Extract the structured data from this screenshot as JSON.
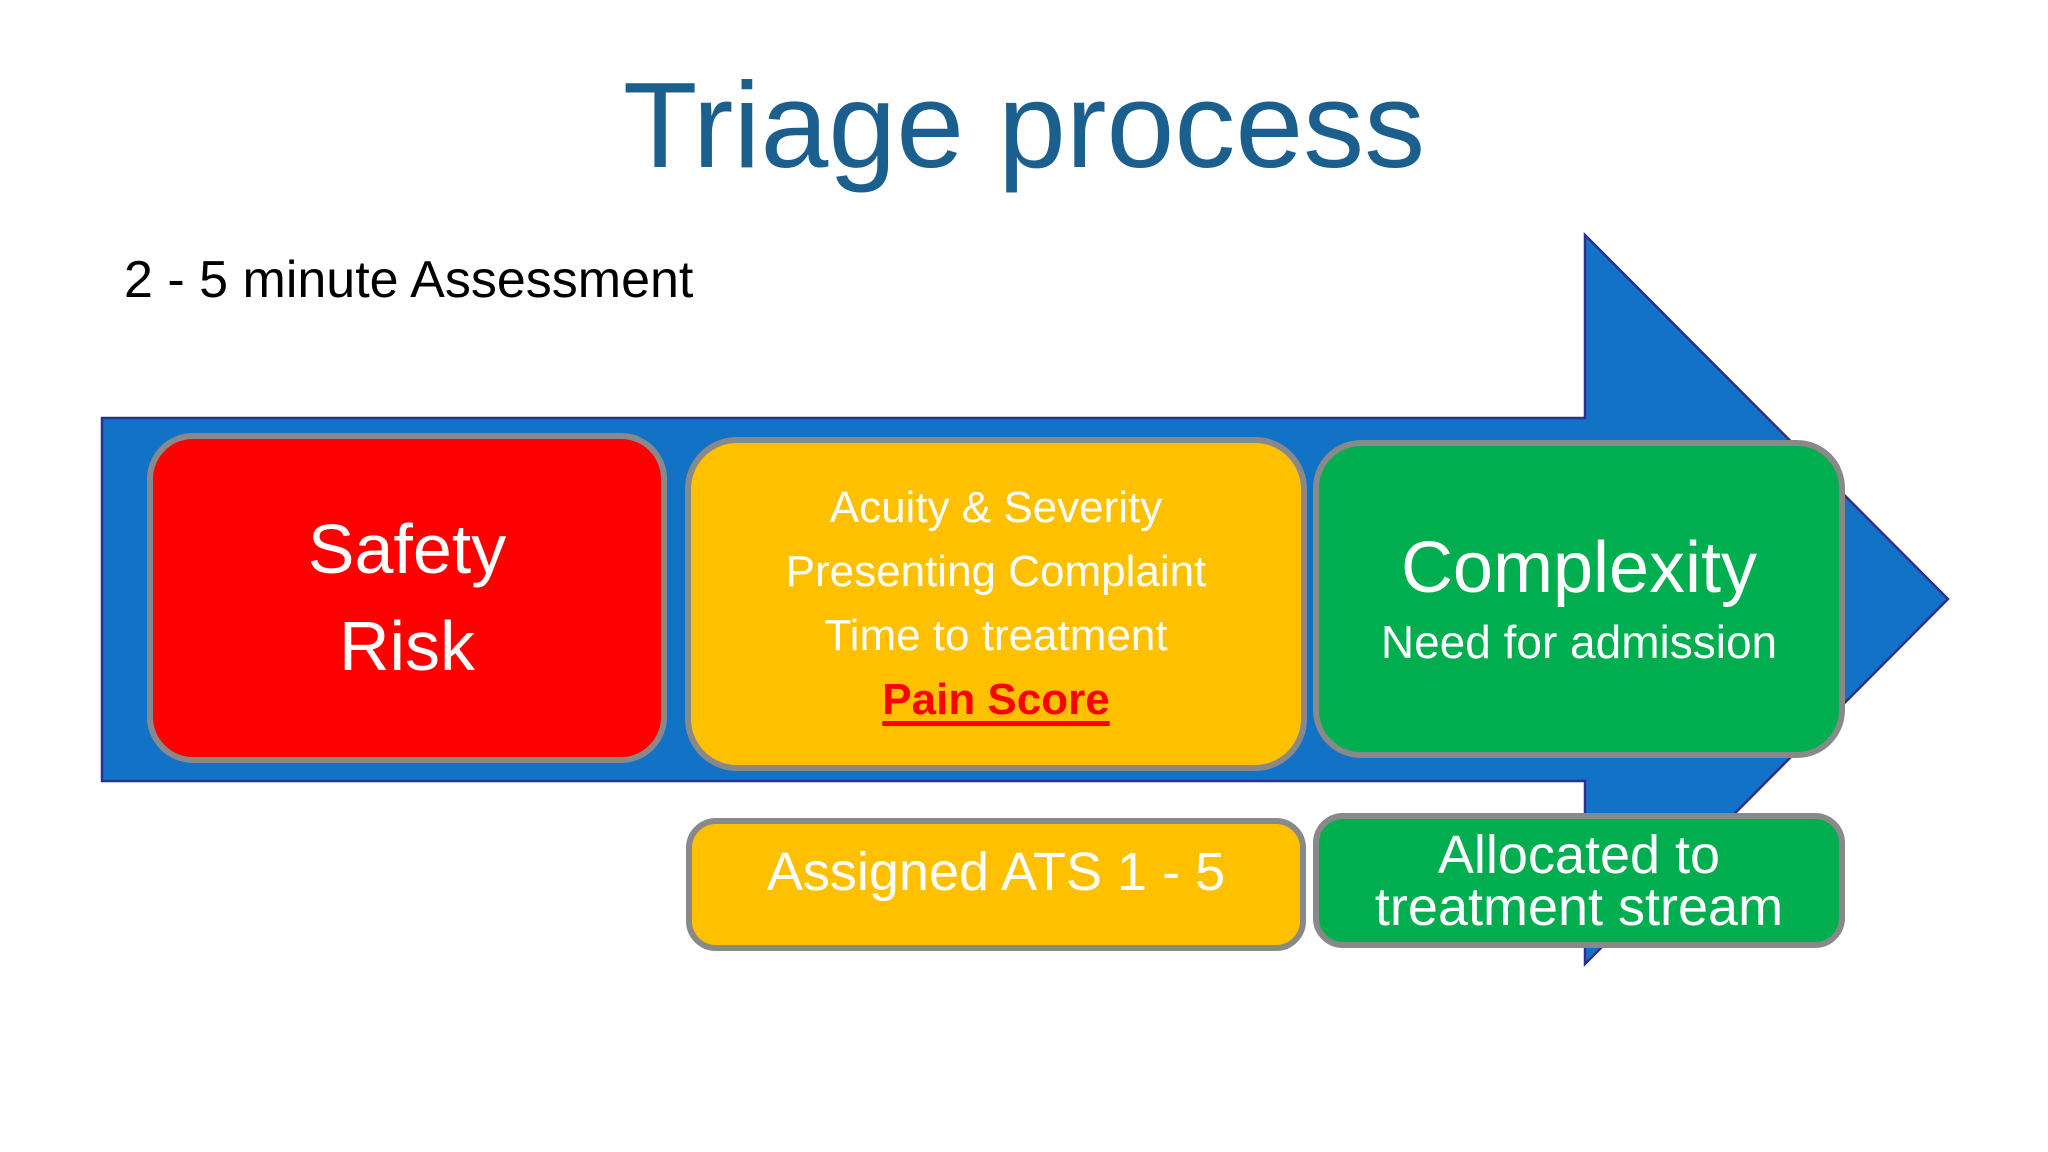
{
  "slide": {
    "title": "Triage process",
    "note": "2 - 5 minute Assessment"
  },
  "arrow": {
    "name": "triage-process-arrow",
    "fill": "#1272C5",
    "outline": "#2F2F8F"
  },
  "palette": {
    "title_text": "#1A5F8D",
    "note_text": "#000000",
    "box_border": "#898989",
    "box_text": "#FFFFFF",
    "safety_red": "#FE0000",
    "acuity_amber": "#FFC000",
    "complexity_green": "#00AE50",
    "pain_score_red": "#FF0000"
  },
  "boxes": {
    "safety": {
      "line1": "Safety",
      "line2": "Risk"
    },
    "acuity": {
      "line1": "Acuity & Severity",
      "line2": "Presenting Complaint",
      "line3": "Time to treatment",
      "highlight": "Pain Score"
    },
    "complexity": {
      "title": "Complexity",
      "subtitle": "Need for admission"
    },
    "assigned": {
      "label": "Assigned ATS 1 - 5"
    },
    "allocated": {
      "line1": "Allocated to",
      "line2": "treatment stream"
    }
  }
}
